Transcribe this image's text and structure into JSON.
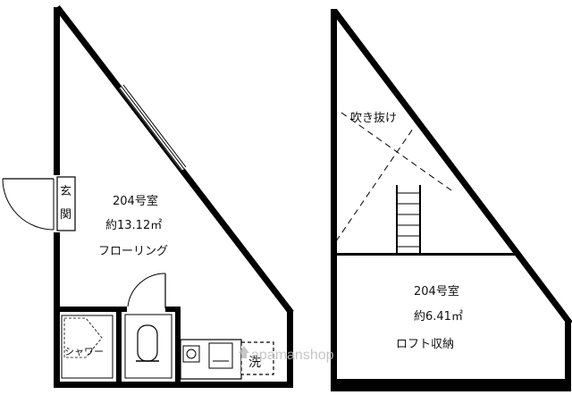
{
  "floor": {
    "room_name": "204号室",
    "room_area": "約13.12㎡",
    "room_floor": "フローリング",
    "entrance": "玄関",
    "shower": "シャワー",
    "wash": "洗"
  },
  "loft": {
    "room_name": "204号室",
    "room_area": "約6.41㎡",
    "room_label": "ロフト収納",
    "void": "吹き抜け"
  },
  "watermark": "apamanshop",
  "colors": {
    "wall": "#000000",
    "background": "#ffffff",
    "watermark": "#c8c8c8"
  }
}
